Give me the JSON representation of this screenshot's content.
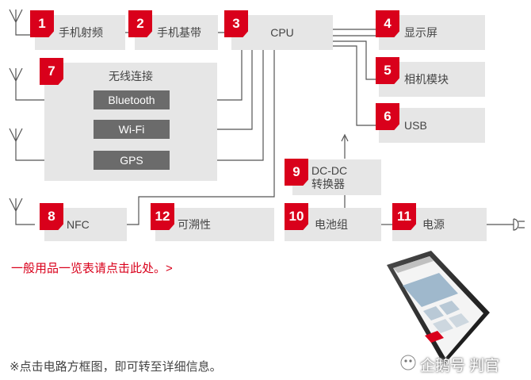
{
  "blocks": {
    "rf": {
      "num": "1",
      "label": "手机射频"
    },
    "baseband": {
      "num": "2",
      "label": "手机基带"
    },
    "cpu": {
      "num": "3",
      "label": "CPU"
    },
    "display": {
      "num": "4",
      "label": "显示屏"
    },
    "camera": {
      "num": "5",
      "label": "相机模块"
    },
    "usb": {
      "num": "6",
      "label": "USB"
    },
    "wireless": {
      "num": "7",
      "label": "无线连接"
    },
    "nfc": {
      "num": "8",
      "label": "NFC"
    },
    "dcdc": {
      "num": "9",
      "label": "DC-DC\n转换器"
    },
    "battery": {
      "num": "10",
      "label": "电池组"
    },
    "power": {
      "num": "11",
      "label": "电源"
    },
    "trace": {
      "num": "12",
      "label": "可溯性"
    }
  },
  "wireless_items": [
    "Bluetooth",
    "Wi-Fi",
    "GPS"
  ],
  "overview_link": "一般用品一览表请点击此处。>",
  "footnote": "※点击电路方框图，即可转至详细信息。",
  "watermark": "企鹅号 判官",
  "colors": {
    "accent": "#d9001b",
    "box": "#e6e6e6",
    "dark_button": "#6b6b6b",
    "line": "#555555"
  }
}
